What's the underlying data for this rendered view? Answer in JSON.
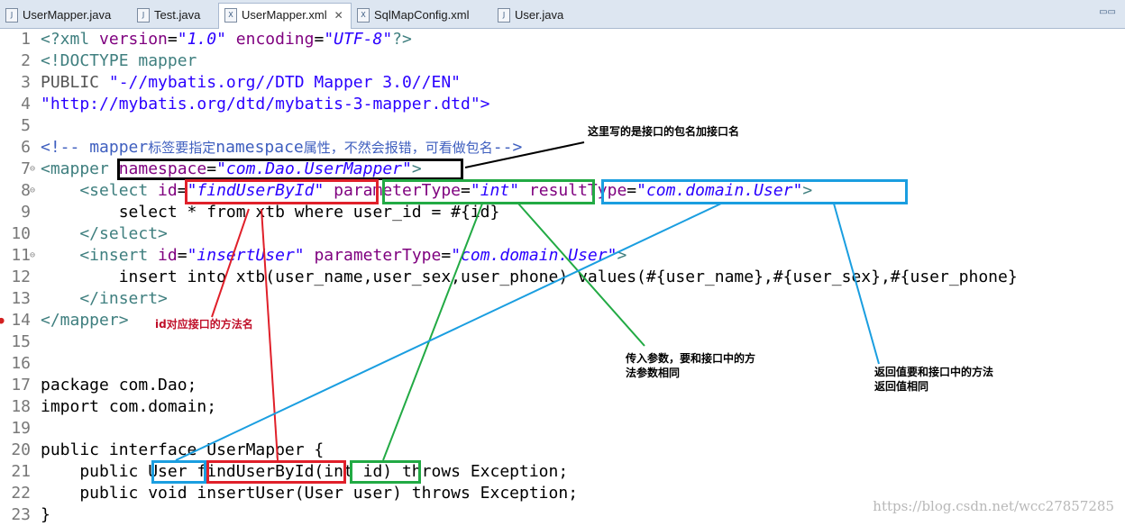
{
  "tabs": [
    {
      "label": "UserMapper.java",
      "icon": "java-file-icon",
      "active": false
    },
    {
      "label": "Test.java",
      "icon": "java-file-icon",
      "active": false
    },
    {
      "label": "UserMapper.xml",
      "icon": "xml-file-icon",
      "active": true,
      "close": "✕"
    },
    {
      "label": "SqlMapConfig.xml",
      "icon": "xml-file-icon",
      "active": false
    },
    {
      "label": "User.java",
      "icon": "java-file-icon",
      "active": false
    }
  ],
  "line_numbers": [
    "1",
    "2",
    "3",
    "4",
    "5",
    "6",
    "7",
    "8",
    "9",
    "10",
    "11",
    "12",
    "13",
    "14",
    "15",
    "16",
    "17",
    "18",
    "19",
    "20",
    "21",
    "22",
    "23"
  ],
  "code": {
    "l1": {
      "a": "<?xml ",
      "b": "version",
      "c": "=",
      "d": "\"1.0\"",
      "e": " ",
      "f": "encoding",
      "g": "=",
      "h": "\"UTF-8\"",
      "i": "?>"
    },
    "l2": {
      "a": "<!DOCTYPE mapper"
    },
    "l3": {
      "a": "PUBLIC ",
      "b": "\"-//mybatis.org//DTD Mapper 3.0//EN\""
    },
    "l4": {
      "a": "\"http://mybatis.org/dtd/mybatis-3-mapper.dtd\">"
    },
    "l6": {
      "a": "<!-- ",
      "b": "mapper",
      "c": "标签要指定",
      "d": "namespace",
      "e": "属性，不然会报错，可看做包名",
      "f": "-->"
    },
    "l7": {
      "a": "<mapper ",
      "b": "namespace",
      "c": "=",
      "d": "\"com.Dao.UserMapper\"",
      "e": ">"
    },
    "l8": {
      "a": "    <select ",
      "b": "id",
      "c": "=",
      "d": "\"findUserById\"",
      "e": " ",
      "f": "parameterType",
      "g": "=",
      "h": "\"int\"",
      "i": " ",
      "j": "resultType",
      "k": "=",
      "l": "\"com.domain.User\"",
      "m": ">"
    },
    "l9": {
      "a": "        select * from xtb where user_id = #{id}"
    },
    "l10": {
      "a": "    </select>"
    },
    "l11": {
      "a": "    <insert ",
      "b": "id",
      "c": "=",
      "d": "\"insertUser\"",
      "e": " ",
      "f": "parameterType",
      "g": "=",
      "h": "\"com.domain.User\"",
      "i": ">"
    },
    "l12": {
      "a": "        insert into xtb(user_name,user_sex,user_phone) values(#{user_name},#{user_sex},#{user_phone}"
    },
    "l13": {
      "a": "    </insert>"
    },
    "l14": {
      "a": "</mapper>"
    },
    "l17": {
      "a": "package com.Dao;"
    },
    "l18": {
      "a": "import com.domain;"
    },
    "l20": {
      "a": "public interface UserMapper {"
    },
    "l21": {
      "a": "    public User findUserById(int id) throws Exception;"
    },
    "l22": {
      "a": "    public void insertUser(User user) throws Exception;"
    },
    "l23": {
      "a": "}"
    }
  },
  "annotations": {
    "namespace_note": "这里写的是接口的包名加接口名",
    "id_note": "id对应接口的方法名",
    "param_note": "传入参数，要和接口中的方法参数相同",
    "result_note": "返回值要和接口中的方法返回值相同"
  },
  "watermark": "https://blog.csdn.net/wcc27857285",
  "colors": {
    "namespace_box": "#000000",
    "id_box": "#e0202a",
    "param_box": "#22aa44",
    "result_box": "#1a9ee0"
  }
}
